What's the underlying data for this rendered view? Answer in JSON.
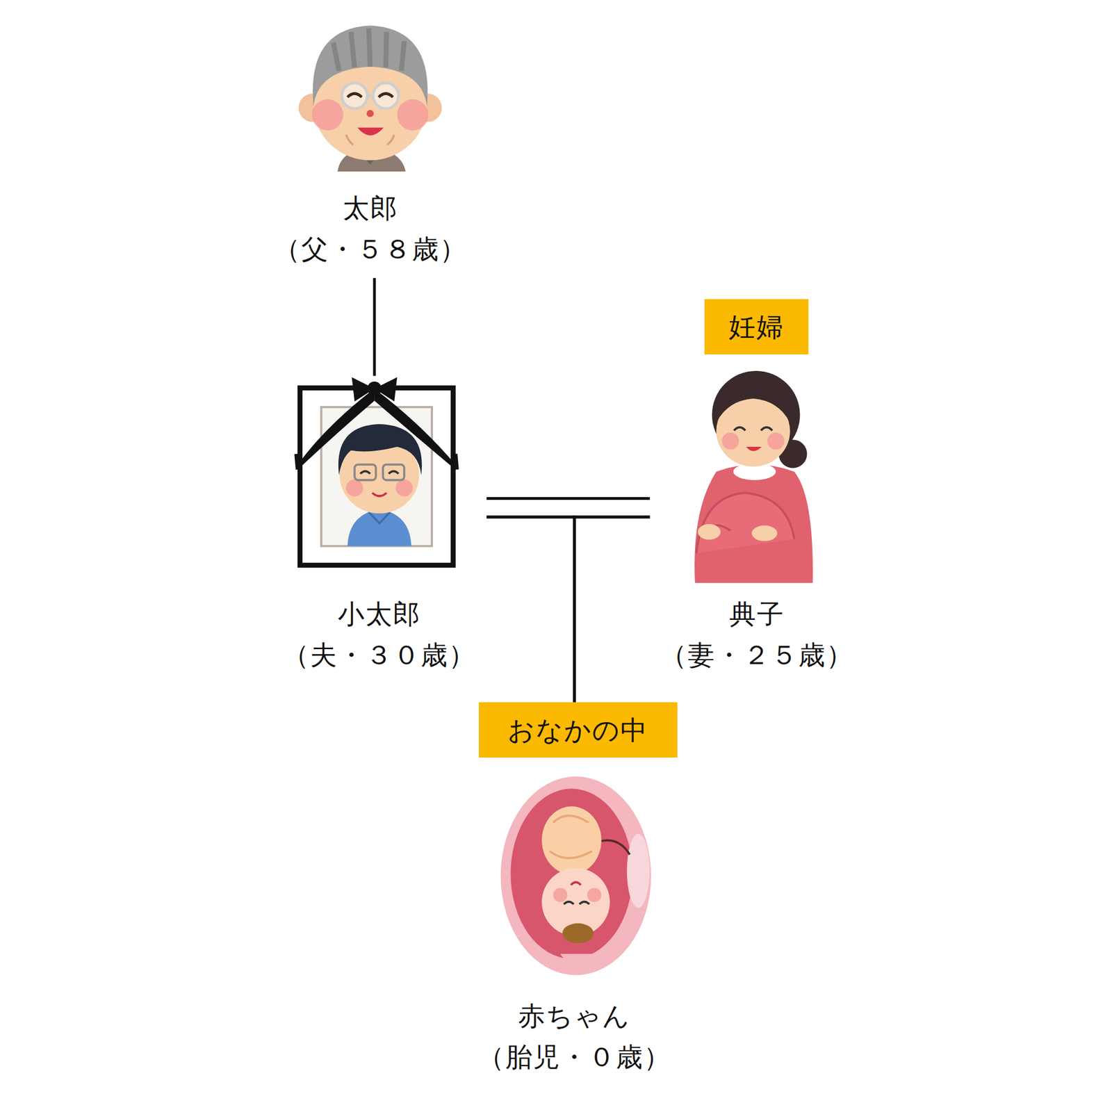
{
  "diagram": {
    "nodes": [
      {
        "text": [
          "太郎",
          "（父・５８歳）"
        ]
      },
      {
        "text": [
          "小太郎",
          "（夫・３０歳）"
        ]
      },
      {
        "text": [
          "妊婦"
        ]
      },
      {
        "text": [
          "典子",
          "（妻・２５歳）"
        ]
      },
      {
        "text": [
          "おなかの中"
        ]
      },
      {
        "text": [
          "赤ちゃん",
          "（胎児・０歳）"
        ]
      }
    ],
    "edges": [
      {
        "from": 0,
        "to": 1,
        "arrow": "none"
      },
      {
        "from": 1,
        "to": 3,
        "arrow": "none"
      },
      {
        "from": 1,
        "to": 4,
        "arrow": "none"
      },
      {
        "from": 3,
        "to": 4,
        "arrow": "none"
      }
    ]
  }
}
